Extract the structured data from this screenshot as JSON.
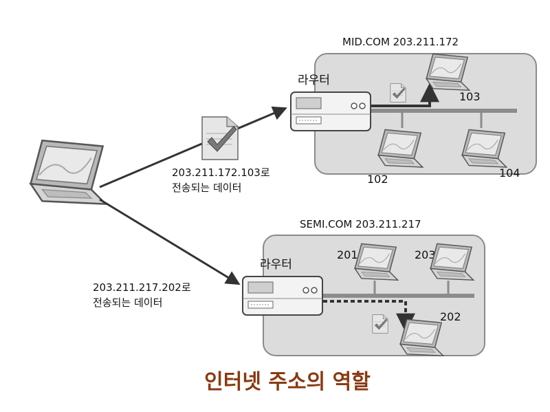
{
  "networks": [
    {
      "label": "MID.COM 203.211.172",
      "router_label": "라우터",
      "hosts": [
        "103",
        "102",
        "104"
      ]
    },
    {
      "label": "SEMI.COM 203.211.217",
      "router_label": "라우터",
      "hosts": [
        "201",
        "203",
        "202"
      ]
    }
  ],
  "packets": [
    {
      "line1": "203.211.172.103로",
      "line2": "전송되는  데이터"
    },
    {
      "line1": "203.211.217.202로",
      "line2": "전송되는  데이터"
    }
  ],
  "title": "인터넷 주소의 역할",
  "colors": {
    "title": "#8a3a12",
    "network_bg": "#dcdcdc",
    "network_border": "#8a8a8a",
    "laptop": "#9a9a9a",
    "router": "#f2f2f2",
    "bus": "#8c8c8c",
    "arrow": "#555555"
  }
}
